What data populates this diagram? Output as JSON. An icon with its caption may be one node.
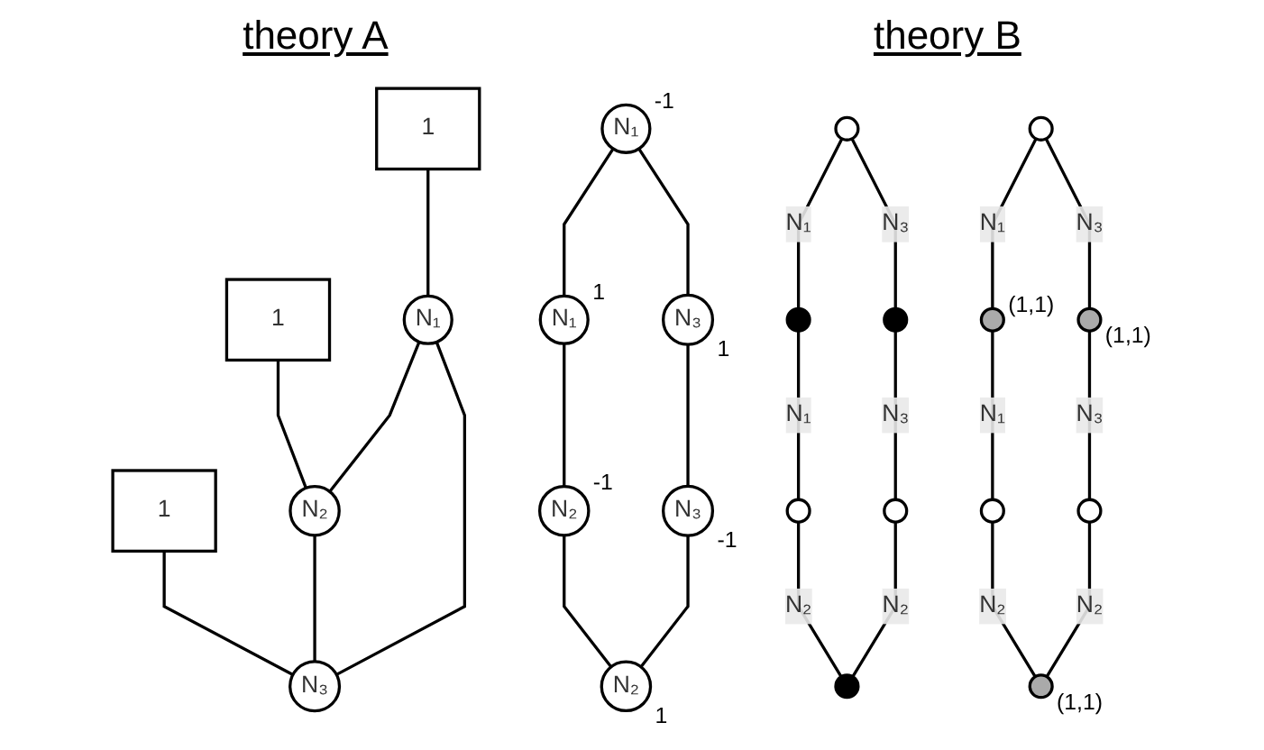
{
  "diagram": {
    "nodes": [
      {
        "text": [
          "1"
        ]
      },
      {
        "text": [
          "1"
        ]
      },
      {
        "text": [
          "1"
        ]
      },
      {
        "text": [
          "N₁"
        ]
      },
      {
        "text": [
          "N₂"
        ]
      },
      {
        "text": [
          "N₃"
        ]
      },
      {
        "text": [
          "N₁"
        ],
        "beside": [
          "-1"
        ]
      },
      {
        "text": [
          "N₁"
        ],
        "beside": [
          "1"
        ]
      },
      {
        "text": [
          "N₂"
        ],
        "beside": [
          "-1"
        ]
      },
      {
        "text": [
          "N₃"
        ],
        "beside": [
          "1"
        ]
      },
      {
        "text": [
          "N₃"
        ],
        "beside": [
          "-1"
        ]
      },
      {
        "text": [
          "N₂"
        ],
        "beside": [
          "1"
        ]
      },
      {
        "text": [],
        "shape": "circle"
      },
      {
        "text": [],
        "shape": "circle"
      },
      {
        "text": [],
        "shape": "circle"
      },
      {
        "text": [],
        "shape": "circle"
      },
      {
        "text": [],
        "shape": "circle"
      },
      {
        "text": [],
        "shape": "circle"
      },
      {
        "text": [],
        "shape": "circle"
      },
      {
        "text": [],
        "shape": "circle",
        "beside": [
          "(1,1)"
        ]
      },
      {
        "text": [],
        "shape": "circle"
      },
      {
        "text": [],
        "shape": "circle",
        "beside": [
          "(1,1)"
        ]
      },
      {
        "text": [],
        "shape": "circle"
      },
      {
        "text": [],
        "shape": "circle",
        "beside": [
          "(1,1)"
        ]
      }
    ],
    "edges": [
      {
        "from": 0,
        "to": 3,
        "arrow": "none"
      },
      {
        "from": 1,
        "to": 4,
        "arrow": "none"
      },
      {
        "from": 2,
        "to": 5,
        "arrow": "none"
      },
      {
        "from": 3,
        "to": 4,
        "arrow": "none"
      },
      {
        "from": 4,
        "to": 5,
        "arrow": "none"
      },
      {
        "from": 3,
        "to": 5,
        "arrow": "none"
      },
      {
        "from": 6,
        "to": 7,
        "arrow": "none"
      },
      {
        "from": 7,
        "to": 8,
        "arrow": "none"
      },
      {
        "from": 6,
        "to": 9,
        "arrow": "none"
      },
      {
        "from": 8,
        "to": 11,
        "arrow": "none"
      },
      {
        "from": 9,
        "to": 10,
        "arrow": "none"
      },
      {
        "from": 10,
        "to": 11,
        "arrow": "none"
      },
      {
        "from": 12,
        "to": 13,
        "arrow": "none",
        "label": "N₁"
      },
      {
        "from": 13,
        "to": 14,
        "arrow": "none",
        "label": "N₁"
      },
      {
        "from": 12,
        "to": 15,
        "arrow": "none",
        "label": "N₃"
      },
      {
        "from": 14,
        "to": 17,
        "arrow": "none",
        "label": "N₂"
      },
      {
        "from": 15,
        "to": 16,
        "arrow": "none",
        "label": "N₃"
      },
      {
        "from": 16,
        "to": 17,
        "arrow": "none",
        "label": "N₂"
      },
      {
        "from": 18,
        "to": 19,
        "arrow": "none",
        "label": "N₁"
      },
      {
        "from": 19,
        "to": 20,
        "arrow": "none",
        "label": "N₁"
      },
      {
        "from": 18,
        "to": 21,
        "arrow": "none",
        "label": "N₃"
      },
      {
        "from": 20,
        "to": 23,
        "arrow": "none",
        "label": "N₂"
      },
      {
        "from": 21,
        "to": 22,
        "arrow": "none",
        "label": "N₃"
      },
      {
        "from": 22,
        "to": 23,
        "arrow": "none",
        "label": "N₂"
      }
    ],
    "labels": [
      "theory A",
      "theory B"
    ]
  }
}
